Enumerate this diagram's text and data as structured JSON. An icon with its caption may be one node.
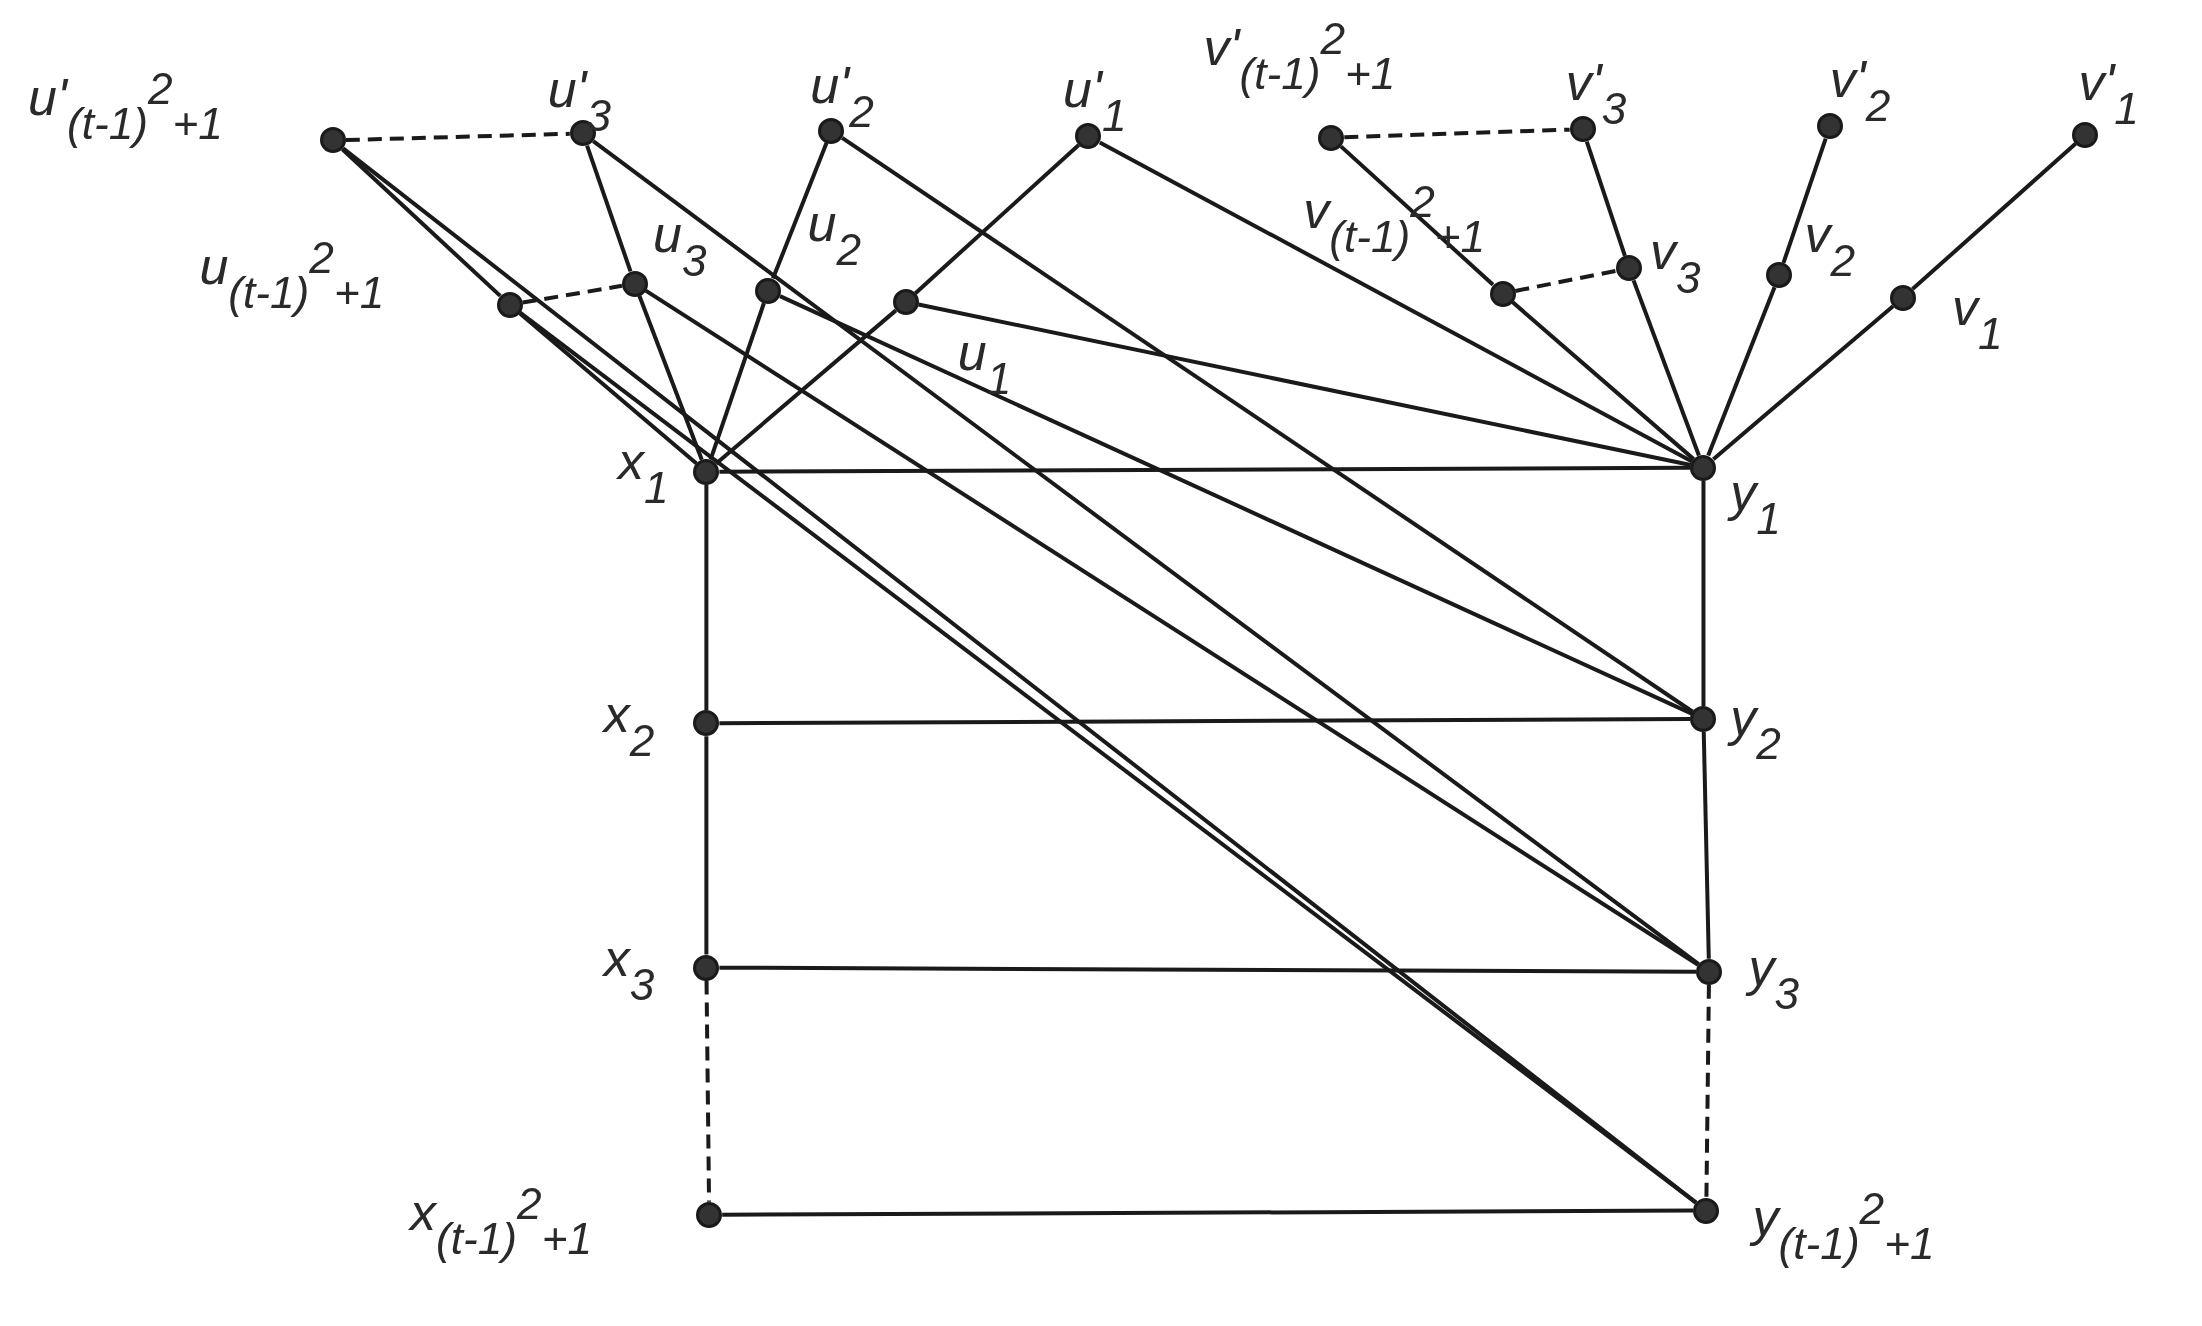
{
  "diagram": {
    "nodes": [
      {
        "text": [],
        "shape": "circle",
        "beside": [
          "u'$_{(t-1)}$$^{2}$$_{+1}$"
        ]
      },
      {
        "text": [],
        "shape": "circle",
        "beside": [
          "u'$_{3}$"
        ]
      },
      {
        "text": [],
        "shape": "circle",
        "beside": [
          "u'$_{2}$"
        ]
      },
      {
        "text": [],
        "shape": "circle",
        "beside": [
          "u'$_{1}$"
        ]
      },
      {
        "text": [],
        "shape": "circle",
        "beside": [
          "v'$_{(t-1)}$$^{2}$$_{+1}$"
        ]
      },
      {
        "text": [],
        "shape": "circle",
        "beside": [
          "v'$_{3}$"
        ]
      },
      {
        "text": [],
        "shape": "circle",
        "beside": [
          "v'$_{2}$"
        ]
      },
      {
        "text": [],
        "shape": "circle",
        "beside": [
          "v'$_{1}$"
        ]
      },
      {
        "text": [],
        "shape": "circle",
        "beside": [
          "u$_{(t-1)}$$^{2}$$_{+1}$"
        ]
      },
      {
        "text": [],
        "shape": "circle",
        "beside": [
          "u$_{3}$"
        ]
      },
      {
        "text": [],
        "shape": "circle",
        "beside": [
          "u$_{2}$"
        ]
      },
      {
        "text": [],
        "shape": "circle",
        "beside": [
          "u$_{1}$"
        ]
      },
      {
        "text": [],
        "shape": "circle",
        "beside": [
          "v$_{(t-1)}$$^{2}$$_{+1}$"
        ]
      },
      {
        "text": [],
        "shape": "circle",
        "beside": [
          "v$_{3}$"
        ]
      },
      {
        "text": [],
        "shape": "circle",
        "beside": [
          "v$_{2}$"
        ]
      },
      {
        "text": [],
        "shape": "circle",
        "beside": [
          "v$_{1}$"
        ]
      },
      {
        "text": [],
        "shape": "circle",
        "beside": [
          "x$_{1}$"
        ]
      },
      {
        "text": [],
        "shape": "circle",
        "beside": [
          "y$_{1}$"
        ]
      },
      {
        "text": [],
        "shape": "circle",
        "beside": [
          "x$_{2}$"
        ]
      },
      {
        "text": [],
        "shape": "circle",
        "beside": [
          "y$_{2}$"
        ]
      },
      {
        "text": [],
        "shape": "circle",
        "beside": [
          "x$_{3}$"
        ]
      },
      {
        "text": [],
        "shape": "circle",
        "beside": [
          "y$_{3}$"
        ]
      },
      {
        "text": [],
        "shape": "circle",
        "beside": [
          "x$_{(t-1)}$$^{2}$$_{+1}$"
        ]
      },
      {
        "text": [],
        "shape": "circle",
        "beside": [
          "y$_{(t-1)}$$^{2}$$_{+1}$"
        ]
      }
    ],
    "edges": [
      {
        "from": 0,
        "to": 1,
        "arrow": "none",
        "style": "dashed"
      },
      {
        "from": 8,
        "to": 9,
        "arrow": "none",
        "style": "dashed"
      },
      {
        "from": 4,
        "to": 5,
        "arrow": "none",
        "style": "dashed"
      },
      {
        "from": 12,
        "to": 13,
        "arrow": "none",
        "style": "dashed"
      },
      {
        "from": 0,
        "to": 8,
        "arrow": "none"
      },
      {
        "from": 8,
        "to": 16,
        "arrow": "none"
      },
      {
        "from": 8,
        "to": 23,
        "arrow": "none"
      },
      {
        "from": 0,
        "to": 23,
        "arrow": "none"
      },
      {
        "from": 1,
        "to": 9,
        "arrow": "none"
      },
      {
        "from": 9,
        "to": 16,
        "arrow": "none"
      },
      {
        "from": 9,
        "to": 21,
        "arrow": "none"
      },
      {
        "from": 1,
        "to": 21,
        "arrow": "none"
      },
      {
        "from": 2,
        "to": 10,
        "arrow": "none"
      },
      {
        "from": 10,
        "to": 16,
        "arrow": "none"
      },
      {
        "from": 10,
        "to": 19,
        "arrow": "none"
      },
      {
        "from": 2,
        "to": 19,
        "arrow": "none"
      },
      {
        "from": 3,
        "to": 11,
        "arrow": "none"
      },
      {
        "from": 11,
        "to": 16,
        "arrow": "none"
      },
      {
        "from": 11,
        "to": 17,
        "arrow": "none"
      },
      {
        "from": 3,
        "to": 17,
        "arrow": "none"
      },
      {
        "from": 4,
        "to": 12,
        "arrow": "none"
      },
      {
        "from": 12,
        "to": 17,
        "arrow": "none"
      },
      {
        "from": 5,
        "to": 13,
        "arrow": "none"
      },
      {
        "from": 13,
        "to": 17,
        "arrow": "none"
      },
      {
        "from": 6,
        "to": 14,
        "arrow": "none"
      },
      {
        "from": 14,
        "to": 17,
        "arrow": "none"
      },
      {
        "from": 7,
        "to": 15,
        "arrow": "none"
      },
      {
        "from": 15,
        "to": 17,
        "arrow": "none"
      },
      {
        "from": 16,
        "to": 17,
        "arrow": "none"
      },
      {
        "from": 18,
        "to": 19,
        "arrow": "none"
      },
      {
        "from": 20,
        "to": 21,
        "arrow": "none"
      },
      {
        "from": 22,
        "to": 23,
        "arrow": "none"
      },
      {
        "from": 16,
        "to": 18,
        "arrow": "none"
      },
      {
        "from": 18,
        "to": 20,
        "arrow": "none"
      },
      {
        "from": 17,
        "to": 19,
        "arrow": "none"
      },
      {
        "from": 19,
        "to": 21,
        "arrow": "none"
      },
      {
        "from": 20,
        "to": 22,
        "arrow": "none",
        "style": "dashed"
      },
      {
        "from": 21,
        "to": 23,
        "arrow": "none",
        "style": "dashed"
      }
    ]
  }
}
